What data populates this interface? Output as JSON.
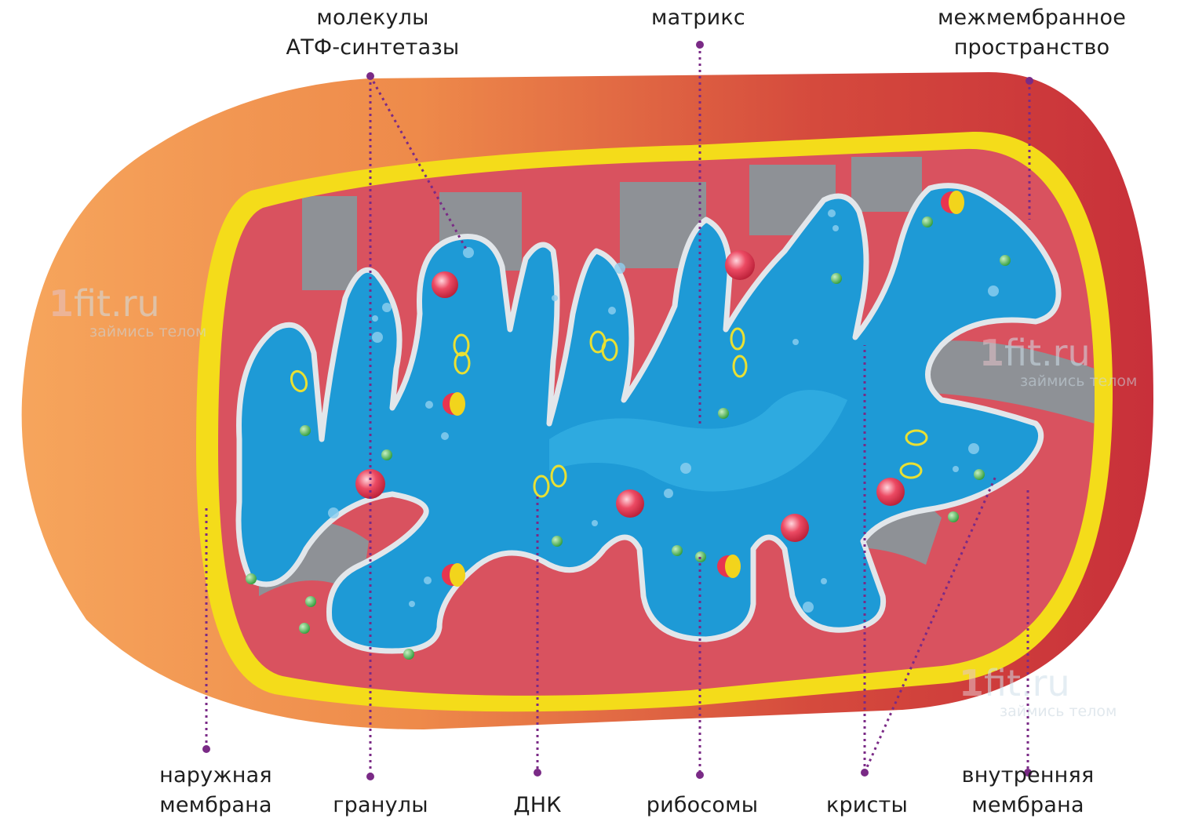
{
  "labels": {
    "atp_synthase": [
      "молекулы",
      "АТФ-синтетазы"
    ],
    "matrix": "матрикс",
    "intermembrane_space": [
      "межмембранное",
      "пространство"
    ],
    "outer_membrane": [
      "наружная",
      "мембрана"
    ],
    "granules": "гранулы",
    "dna": "ДНК",
    "ribosomes": "рибосомы",
    "cristae": "кристы",
    "inner_membrane": [
      "внутренняя",
      "мембрана"
    ]
  },
  "watermark": {
    "brand_prefix": "1",
    "brand": "fit.ru",
    "slogan": "займись телом"
  },
  "colors": {
    "outer_membrane_light": "#f6a55c",
    "outer_membrane_dark": "#c8303a",
    "outer_membrane_rim": "#f4dc1a",
    "intermembrane_space": "#d9525f",
    "matrix": "#1e9ad6",
    "matrix_highlight": "#3cb8ea",
    "inner_membrane_line": "#e2e6ea",
    "cristae_wall": "#8a8d92",
    "granule": "#e8354f",
    "ribosome": "#43b34a",
    "dna": "#e9e033",
    "leader_line": "#7a2a86"
  }
}
